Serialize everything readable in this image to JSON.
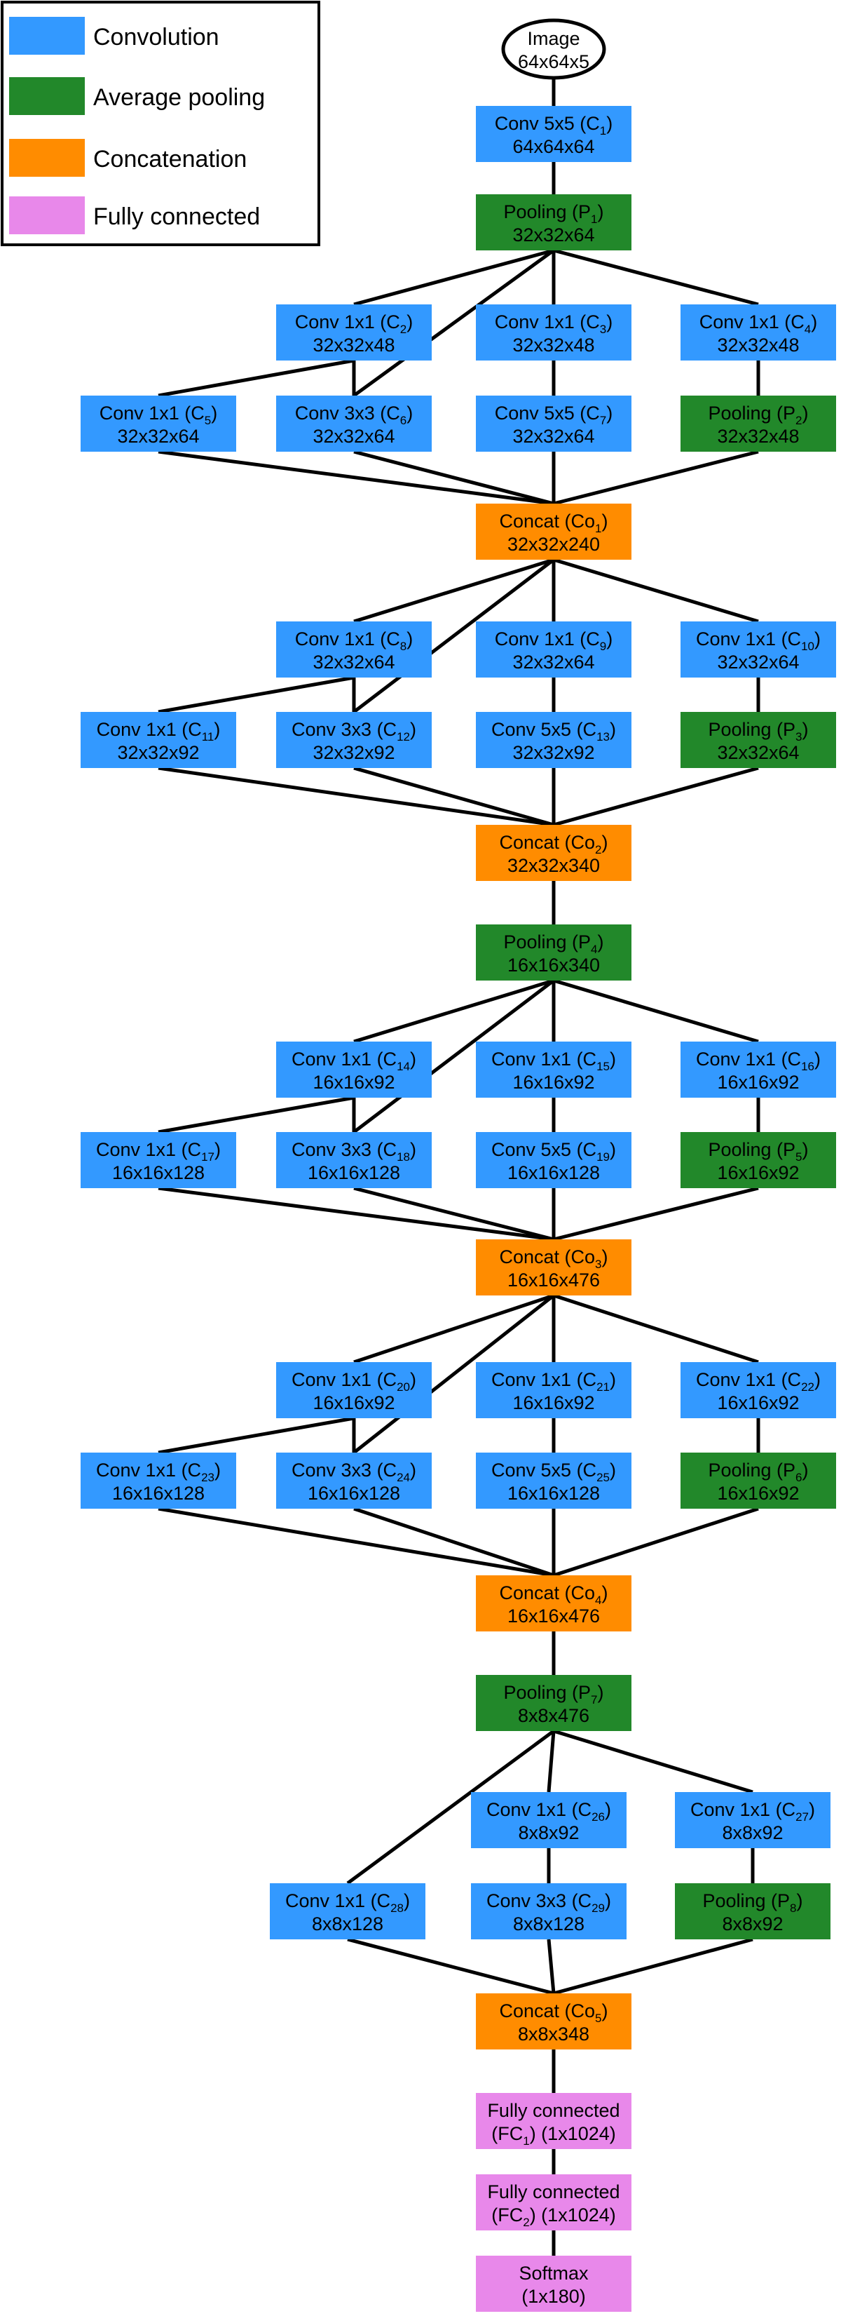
{
  "colors": {
    "convolution": "#3399ff",
    "pooling": "#22882a",
    "concatenation": "#ff8c00",
    "fully_connected": "#e888ea"
  },
  "legend": [
    {
      "label": "Convolution",
      "kind": "convolution"
    },
    {
      "label": "Average pooling",
      "kind": "pooling"
    },
    {
      "label": "Concatenation",
      "kind": "concatenation"
    },
    {
      "label": "Fully connected",
      "kind": "fully_connected"
    }
  ],
  "nodes": [
    {
      "id": "input",
      "kind": "input",
      "line1": "Image",
      "line2": "64x64x5"
    },
    {
      "id": "C1",
      "kind": "convolution",
      "pre": "Conv 5x5 (C",
      "sub": "1",
      "post": ")",
      "line2": "64x64x64"
    },
    {
      "id": "P1",
      "kind": "pooling",
      "pre": "Pooling  (P",
      "sub": "1",
      "post": ")",
      "line2": "32x32x64"
    },
    {
      "id": "C2",
      "kind": "convolution",
      "pre": "Conv 1x1 (C",
      "sub": "2",
      "post": ")",
      "line2": "32x32x48"
    },
    {
      "id": "C3",
      "kind": "convolution",
      "pre": "Conv 1x1 (C",
      "sub": "3",
      "post": ")",
      "line2": "32x32x48"
    },
    {
      "id": "C4",
      "kind": "convolution",
      "pre": "Conv 1x1 (C",
      "sub": "4",
      "post": ")",
      "line2": "32x32x48"
    },
    {
      "id": "C5",
      "kind": "convolution",
      "pre": "Conv 1x1 (C",
      "sub": "5",
      "post": ")",
      "line2": "32x32x64"
    },
    {
      "id": "C6",
      "kind": "convolution",
      "pre": "Conv 3x3 (C",
      "sub": "6",
      "post": ")",
      "line2": "32x32x64"
    },
    {
      "id": "C7",
      "kind": "convolution",
      "pre": "Conv 5x5 (C",
      "sub": "7",
      "post": ")",
      "line2": "32x32x64"
    },
    {
      "id": "P2",
      "kind": "pooling",
      "pre": "Pooling  (P",
      "sub": "2",
      "post": ")",
      "line2": "32x32x48"
    },
    {
      "id": "Co1",
      "kind": "concatenation",
      "pre": "Concat (Co",
      "sub": "1",
      "post": ")",
      "line2": "32x32x240"
    },
    {
      "id": "C8",
      "kind": "convolution",
      "pre": "Conv 1x1 (C",
      "sub": "8",
      "post": ")",
      "line2": "32x32x64"
    },
    {
      "id": "C9",
      "kind": "convolution",
      "pre": "Conv 1x1 (C",
      "sub": "9",
      "post": ")",
      "line2": "32x32x64"
    },
    {
      "id": "C10",
      "kind": "convolution",
      "pre": "Conv 1x1 (C",
      "sub": "10",
      "post": ")",
      "line2": "32x32x64"
    },
    {
      "id": "C11",
      "kind": "convolution",
      "pre": "Conv 1x1 (C",
      "sub": "11",
      "post": ")",
      "line2": "32x32x92"
    },
    {
      "id": "C12",
      "kind": "convolution",
      "pre": "Conv 3x3 (C",
      "sub": "12",
      "post": ")",
      "line2": "32x32x92"
    },
    {
      "id": "C13",
      "kind": "convolution",
      "pre": "Conv 5x5 (C",
      "sub": "13",
      "post": ")",
      "line2": "32x32x92"
    },
    {
      "id": "P3",
      "kind": "pooling",
      "pre": "Pooling  (P",
      "sub": "3",
      "post": ")",
      "line2": "32x32x64"
    },
    {
      "id": "Co2",
      "kind": "concatenation",
      "pre": "Concat (Co",
      "sub": "2",
      "post": ")",
      "line2": "32x32x340"
    },
    {
      "id": "P4",
      "kind": "pooling",
      "pre": "Pooling  (P",
      "sub": "4",
      "post": ")",
      "line2": "16x16x340"
    },
    {
      "id": "C14",
      "kind": "convolution",
      "pre": "Conv 1x1 (C",
      "sub": "14",
      "post": ")",
      "line2": "16x16x92"
    },
    {
      "id": "C15",
      "kind": "convolution",
      "pre": "Conv 1x1 (C",
      "sub": "15",
      "post": ")",
      "line2": "16x16x92"
    },
    {
      "id": "C16",
      "kind": "convolution",
      "pre": "Conv 1x1 (C",
      "sub": "16",
      "post": ")",
      "line2": "16x16x92"
    },
    {
      "id": "C17",
      "kind": "convolution",
      "pre": "Conv 1x1 (C",
      "sub": "17",
      "post": ")",
      "line2": "16x16x128"
    },
    {
      "id": "C18",
      "kind": "convolution",
      "pre": "Conv 3x3 (C",
      "sub": "18",
      "post": ")",
      "line2": "16x16x128"
    },
    {
      "id": "C19",
      "kind": "convolution",
      "pre": "Conv 5x5 (C",
      "sub": "19",
      "post": ")",
      "line2": "16x16x128"
    },
    {
      "id": "P5",
      "kind": "pooling",
      "pre": "Pooling  (P",
      "sub": "5",
      "post": ")",
      "line2": "16x16x92"
    },
    {
      "id": "Co3",
      "kind": "concatenation",
      "pre": "Concat (Co",
      "sub": "3",
      "post": ")",
      "line2": "16x16x476"
    },
    {
      "id": "C20",
      "kind": "convolution",
      "pre": "Conv 1x1 (C",
      "sub": "20",
      "post": ")",
      "line2": "16x16x92"
    },
    {
      "id": "C21",
      "kind": "convolution",
      "pre": "Conv 1x1 (C",
      "sub": "21",
      "post": ")",
      "line2": "16x16x92"
    },
    {
      "id": "C22",
      "kind": "convolution",
      "pre": "Conv 1x1 (C",
      "sub": "22",
      "post": ")",
      "line2": "16x16x92"
    },
    {
      "id": "C23",
      "kind": "convolution",
      "pre": "Conv 1x1 (C",
      "sub": "23",
      "post": ")",
      "line2": "16x16x128"
    },
    {
      "id": "C24",
      "kind": "convolution",
      "pre": "Conv 3x3 (C",
      "sub": "24",
      "post": ")",
      "line2": "16x16x128"
    },
    {
      "id": "C25",
      "kind": "convolution",
      "pre": "Conv 5x5 (C",
      "sub": "25",
      "post": ")",
      "line2": "16x16x128"
    },
    {
      "id": "P6",
      "kind": "pooling",
      "pre": "Pooling  (P",
      "sub": "6",
      "post": ")",
      "line2": "16x16x92"
    },
    {
      "id": "Co4",
      "kind": "concatenation",
      "pre": "Concat (Co",
      "sub": "4",
      "post": ")",
      "line2": "16x16x476"
    },
    {
      "id": "P7",
      "kind": "pooling",
      "pre": "Pooling  (P",
      "sub": "7",
      "post": ")",
      "line2": "8x8x476"
    },
    {
      "id": "C26",
      "kind": "convolution",
      "pre": "Conv 1x1 (C",
      "sub": "26",
      "post": ")",
      "line2": "8x8x92"
    },
    {
      "id": "C27",
      "kind": "convolution",
      "pre": "Conv 1x1 (C",
      "sub": "27",
      "post": ")",
      "line2": "8x8x92"
    },
    {
      "id": "C28",
      "kind": "convolution",
      "pre": "Conv 1x1 (C",
      "sub": "28",
      "post": ")",
      "line2": "8x8x128"
    },
    {
      "id": "C29",
      "kind": "convolution",
      "pre": "Conv 3x3 (C",
      "sub": "29",
      "post": ")",
      "line2": "8x8x128"
    },
    {
      "id": "P8",
      "kind": "pooling",
      "pre": "Pooling  (P",
      "sub": "8",
      "post": ")",
      "line2": "8x8x92"
    },
    {
      "id": "Co5",
      "kind": "concatenation",
      "pre": "Concat (Co",
      "sub": "5",
      "post": ")",
      "line2": "8x8x348"
    },
    {
      "id": "FC1",
      "kind": "fully_connected",
      "line1": "Fully connected",
      "pre": "(FC",
      "sub": "1",
      "post": ") (1x1024)"
    },
    {
      "id": "FC2",
      "kind": "fully_connected",
      "line1": "Fully connected",
      "pre": "(FC",
      "sub": "2",
      "post": ") (1x1024)"
    },
    {
      "id": "SM",
      "kind": "fully_connected",
      "line1": "Softmax",
      "line2": "(1x180)"
    }
  ],
  "edges": [
    [
      "input",
      "C1"
    ],
    [
      "C1",
      "P1"
    ],
    [
      "P1",
      "C2"
    ],
    [
      "P1",
      "C3"
    ],
    [
      "P1",
      "C4"
    ],
    [
      "P1",
      "C6"
    ],
    [
      "C2",
      "C5"
    ],
    [
      "C2",
      "C6"
    ],
    [
      "C3",
      "C7"
    ],
    [
      "C4",
      "P2"
    ],
    [
      "C5",
      "Co1"
    ],
    [
      "C6",
      "Co1"
    ],
    [
      "C7",
      "Co1"
    ],
    [
      "P2",
      "Co1"
    ],
    [
      "Co1",
      "C8"
    ],
    [
      "Co1",
      "C9"
    ],
    [
      "Co1",
      "C10"
    ],
    [
      "Co1",
      "C12"
    ],
    [
      "C8",
      "C11"
    ],
    [
      "C8",
      "C12"
    ],
    [
      "C9",
      "C13"
    ],
    [
      "C10",
      "P3"
    ],
    [
      "C11",
      "Co2"
    ],
    [
      "C12",
      "Co2"
    ],
    [
      "C13",
      "Co2"
    ],
    [
      "P3",
      "Co2"
    ],
    [
      "Co2",
      "P4"
    ],
    [
      "P4",
      "C14"
    ],
    [
      "P4",
      "C15"
    ],
    [
      "P4",
      "C16"
    ],
    [
      "P4",
      "C18"
    ],
    [
      "C14",
      "C17"
    ],
    [
      "C14",
      "C18"
    ],
    [
      "C15",
      "C19"
    ],
    [
      "C16",
      "P5"
    ],
    [
      "C17",
      "Co3"
    ],
    [
      "C18",
      "Co3"
    ],
    [
      "C19",
      "Co3"
    ],
    [
      "P5",
      "Co3"
    ],
    [
      "Co3",
      "C20"
    ],
    [
      "Co3",
      "C21"
    ],
    [
      "Co3",
      "C22"
    ],
    [
      "Co3",
      "C24"
    ],
    [
      "C20",
      "C23"
    ],
    [
      "C20",
      "C24"
    ],
    [
      "C21",
      "C25"
    ],
    [
      "C22",
      "P6"
    ],
    [
      "C23",
      "Co4"
    ],
    [
      "C24",
      "Co4"
    ],
    [
      "C25",
      "Co4"
    ],
    [
      "P6",
      "Co4"
    ],
    [
      "Co4",
      "P7"
    ],
    [
      "P7",
      "C28"
    ],
    [
      "P7",
      "C26"
    ],
    [
      "P7",
      "C27"
    ],
    [
      "C26",
      "C29"
    ],
    [
      "C27",
      "P8"
    ],
    [
      "C28",
      "Co5"
    ],
    [
      "C29",
      "Co5"
    ],
    [
      "P8",
      "Co5"
    ],
    [
      "Co5",
      "FC1"
    ],
    [
      "FC1",
      "FC2"
    ],
    [
      "FC2",
      "SM"
    ]
  ]
}
